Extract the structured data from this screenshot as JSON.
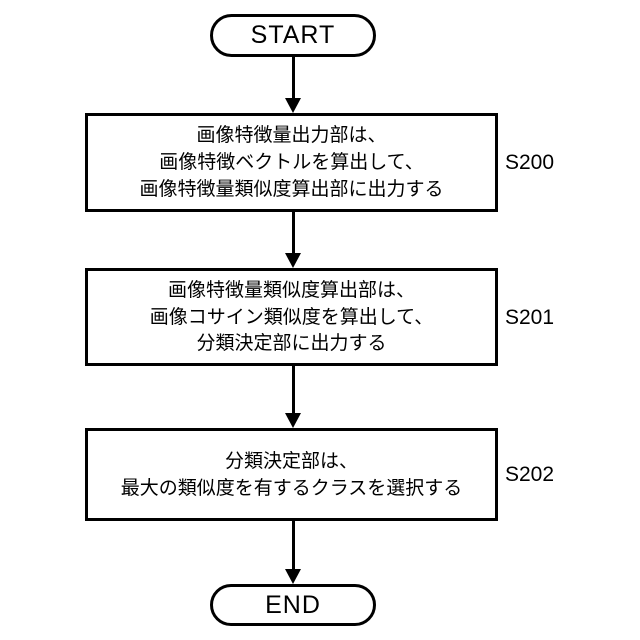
{
  "figure": {
    "type": "flowchart",
    "orientation": "vertical",
    "background_color": "#ffffff",
    "stroke_color": "#000000"
  },
  "nodes": {
    "start": {
      "label": "START",
      "shape": "terminator"
    },
    "step1": {
      "text": "画像特徴量出力部は、\n画像特徴ベクトルを算出して、\n画像特徴量類似度算出部に出力する",
      "step_id": "S200",
      "shape": "process"
    },
    "step2": {
      "text": "画像特徴量類似度算出部は、\n画像コサイン類似度を算出して、\n分類決定部に出力する",
      "step_id": "S201",
      "shape": "process"
    },
    "step3": {
      "text": "分類決定部は、\n最大の類似度を有するクラスを選択する",
      "step_id": "S202",
      "shape": "process"
    },
    "end": {
      "label": "END",
      "shape": "terminator"
    }
  }
}
